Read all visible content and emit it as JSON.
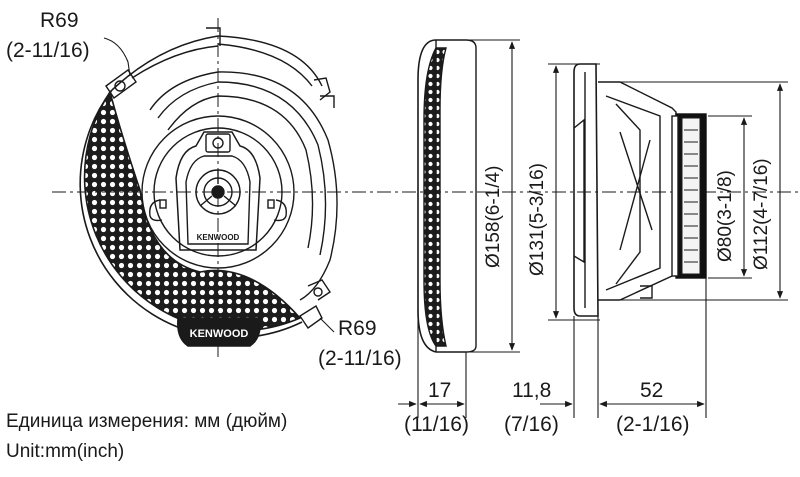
{
  "labels": {
    "r69_top": "R69",
    "r69_top_inch": "(2-11/16)",
    "r69_bottom": "R69",
    "r69_bottom_inch": "(2-11/16)",
    "dia158": "Ø158(6-1/4)",
    "dia131": "Ø131(5-3/16)",
    "dia80": "Ø80(3-1/8)",
    "dia112": "Ø112(4-7/16)",
    "dim17": "17",
    "dim17_inch": "(11/16)",
    "dim11_8": "11,8",
    "dim11_8_inch": "(7/16)",
    "dim52": "52",
    "dim52_inch": "(2-1/16)",
    "unit_ru": "Единица измерения: мм (дюйм)",
    "unit_en": "Unit:mm(inch)"
  },
  "logos": {
    "grille": "KENWOOD",
    "center": "KENWOOD"
  },
  "colors": {
    "line": "#1a1a1a",
    "grille": "#1c1c1c",
    "hole": "#ffffff",
    "magnet": "#111111"
  }
}
